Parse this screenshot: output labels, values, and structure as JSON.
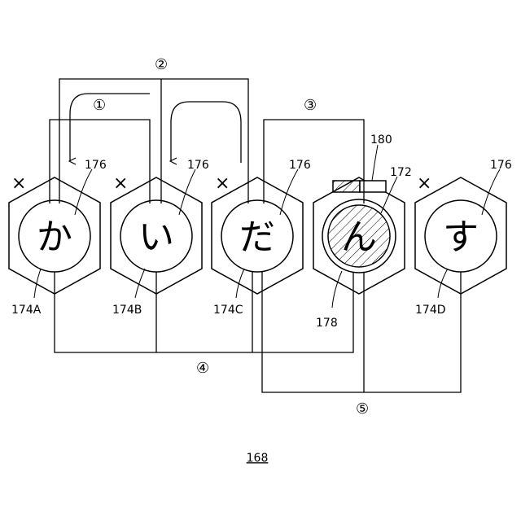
{
  "figure_number": "168",
  "circled_numbers": [
    "①",
    "②",
    "③",
    "④",
    "⑤"
  ],
  "x_mark": "×",
  "tiles": [
    {
      "char": "か",
      "circle_ref": "176",
      "label": "174A",
      "has_x": true
    },
    {
      "char": "い",
      "circle_ref": "176",
      "label": "174B",
      "has_x": true
    },
    {
      "char": "だ",
      "circle_ref": "176",
      "label": "174C",
      "has_x": true
    },
    {
      "char": "ん",
      "circle_ref": "172",
      "label": "178",
      "has_x": false
    },
    {
      "char": "す",
      "circle_ref": "176",
      "label": "174D",
      "has_x": true
    }
  ],
  "bar_ref": "180"
}
